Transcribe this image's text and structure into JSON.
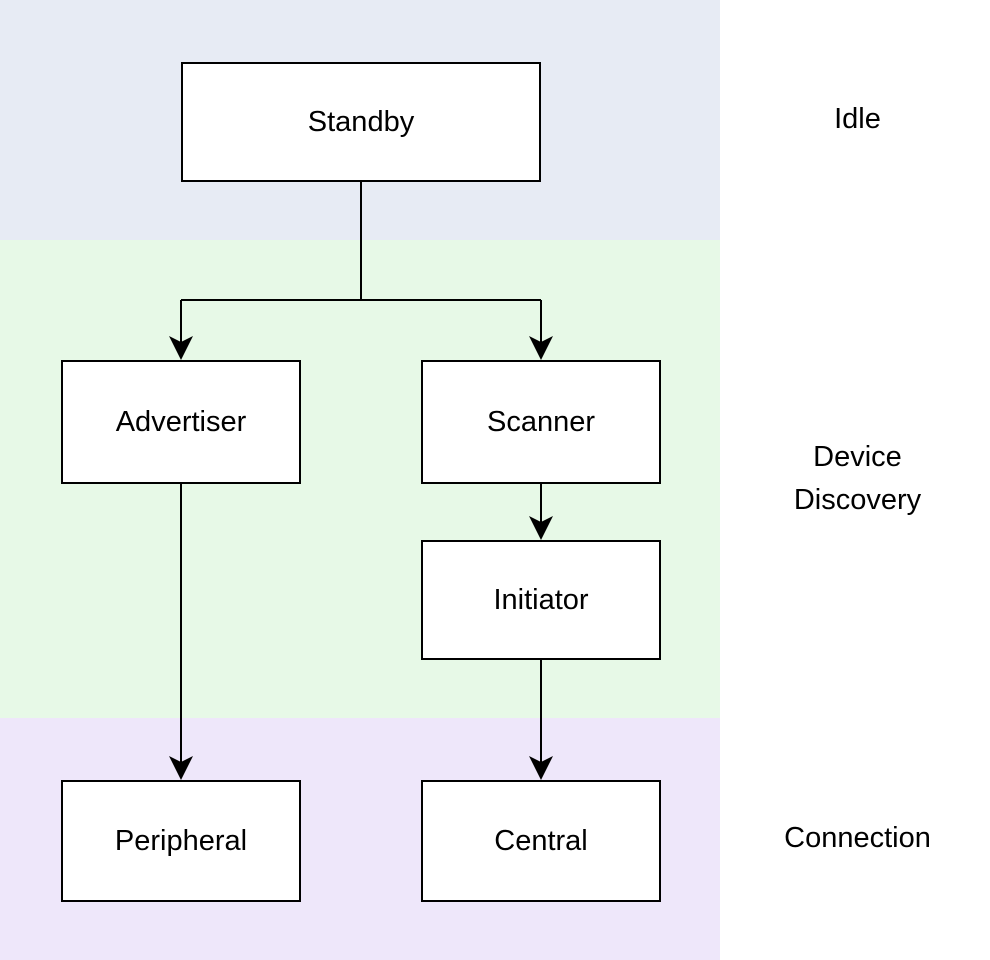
{
  "phases": [
    {
      "id": "idle",
      "label": "Idle",
      "color": "#e7ebf4"
    },
    {
      "id": "device-discovery",
      "label": "Device Discovery",
      "color": "#e7f9e7"
    },
    {
      "id": "connection",
      "label": "Connection",
      "color": "#eee7fa"
    }
  ],
  "nodes": [
    {
      "id": "standby",
      "label": "Standby"
    },
    {
      "id": "advertiser",
      "label": "Advertiser"
    },
    {
      "id": "scanner",
      "label": "Scanner"
    },
    {
      "id": "initiator",
      "label": "Initiator"
    },
    {
      "id": "peripheral",
      "label": "Peripheral"
    },
    {
      "id": "central",
      "label": "Central"
    }
  ],
  "edges": [
    {
      "from": "standby",
      "to": "advertiser"
    },
    {
      "from": "standby",
      "to": "scanner"
    },
    {
      "from": "scanner",
      "to": "initiator"
    },
    {
      "from": "advertiser",
      "to": "peripheral"
    },
    {
      "from": "initiator",
      "to": "central"
    }
  ],
  "style": {
    "node_fill": "#ffffff",
    "node_border": "#000000",
    "edge_color": "#000000",
    "text_color": "#000000"
  }
}
